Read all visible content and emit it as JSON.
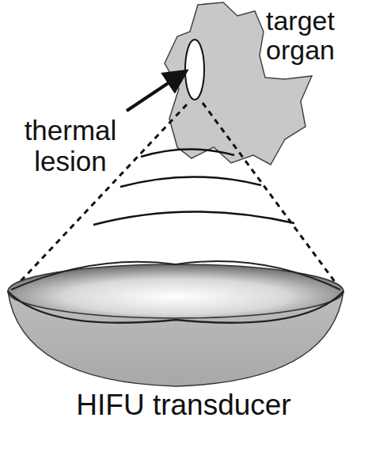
{
  "diagram": {
    "labels": [
      "target organ",
      "thermal lesion",
      "HIFU transducer"
    ]
  }
}
